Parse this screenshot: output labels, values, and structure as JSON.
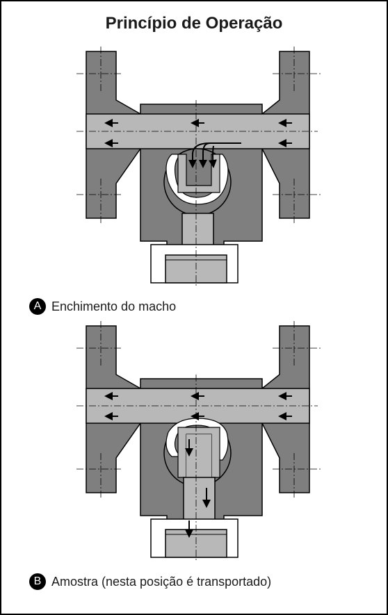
{
  "title": "Princípio de Operação",
  "colors": {
    "body": "#7f7f7f",
    "channel": "#b8b8b8",
    "outline": "#000000"
  },
  "panels": [
    {
      "id": "A",
      "badge": "A",
      "caption": "Enchimento do macho",
      "arrows": "filling"
    },
    {
      "id": "B",
      "badge": "B",
      "caption": "Amostra (nesta posição é transportado)",
      "arrows": "sampling"
    }
  ]
}
